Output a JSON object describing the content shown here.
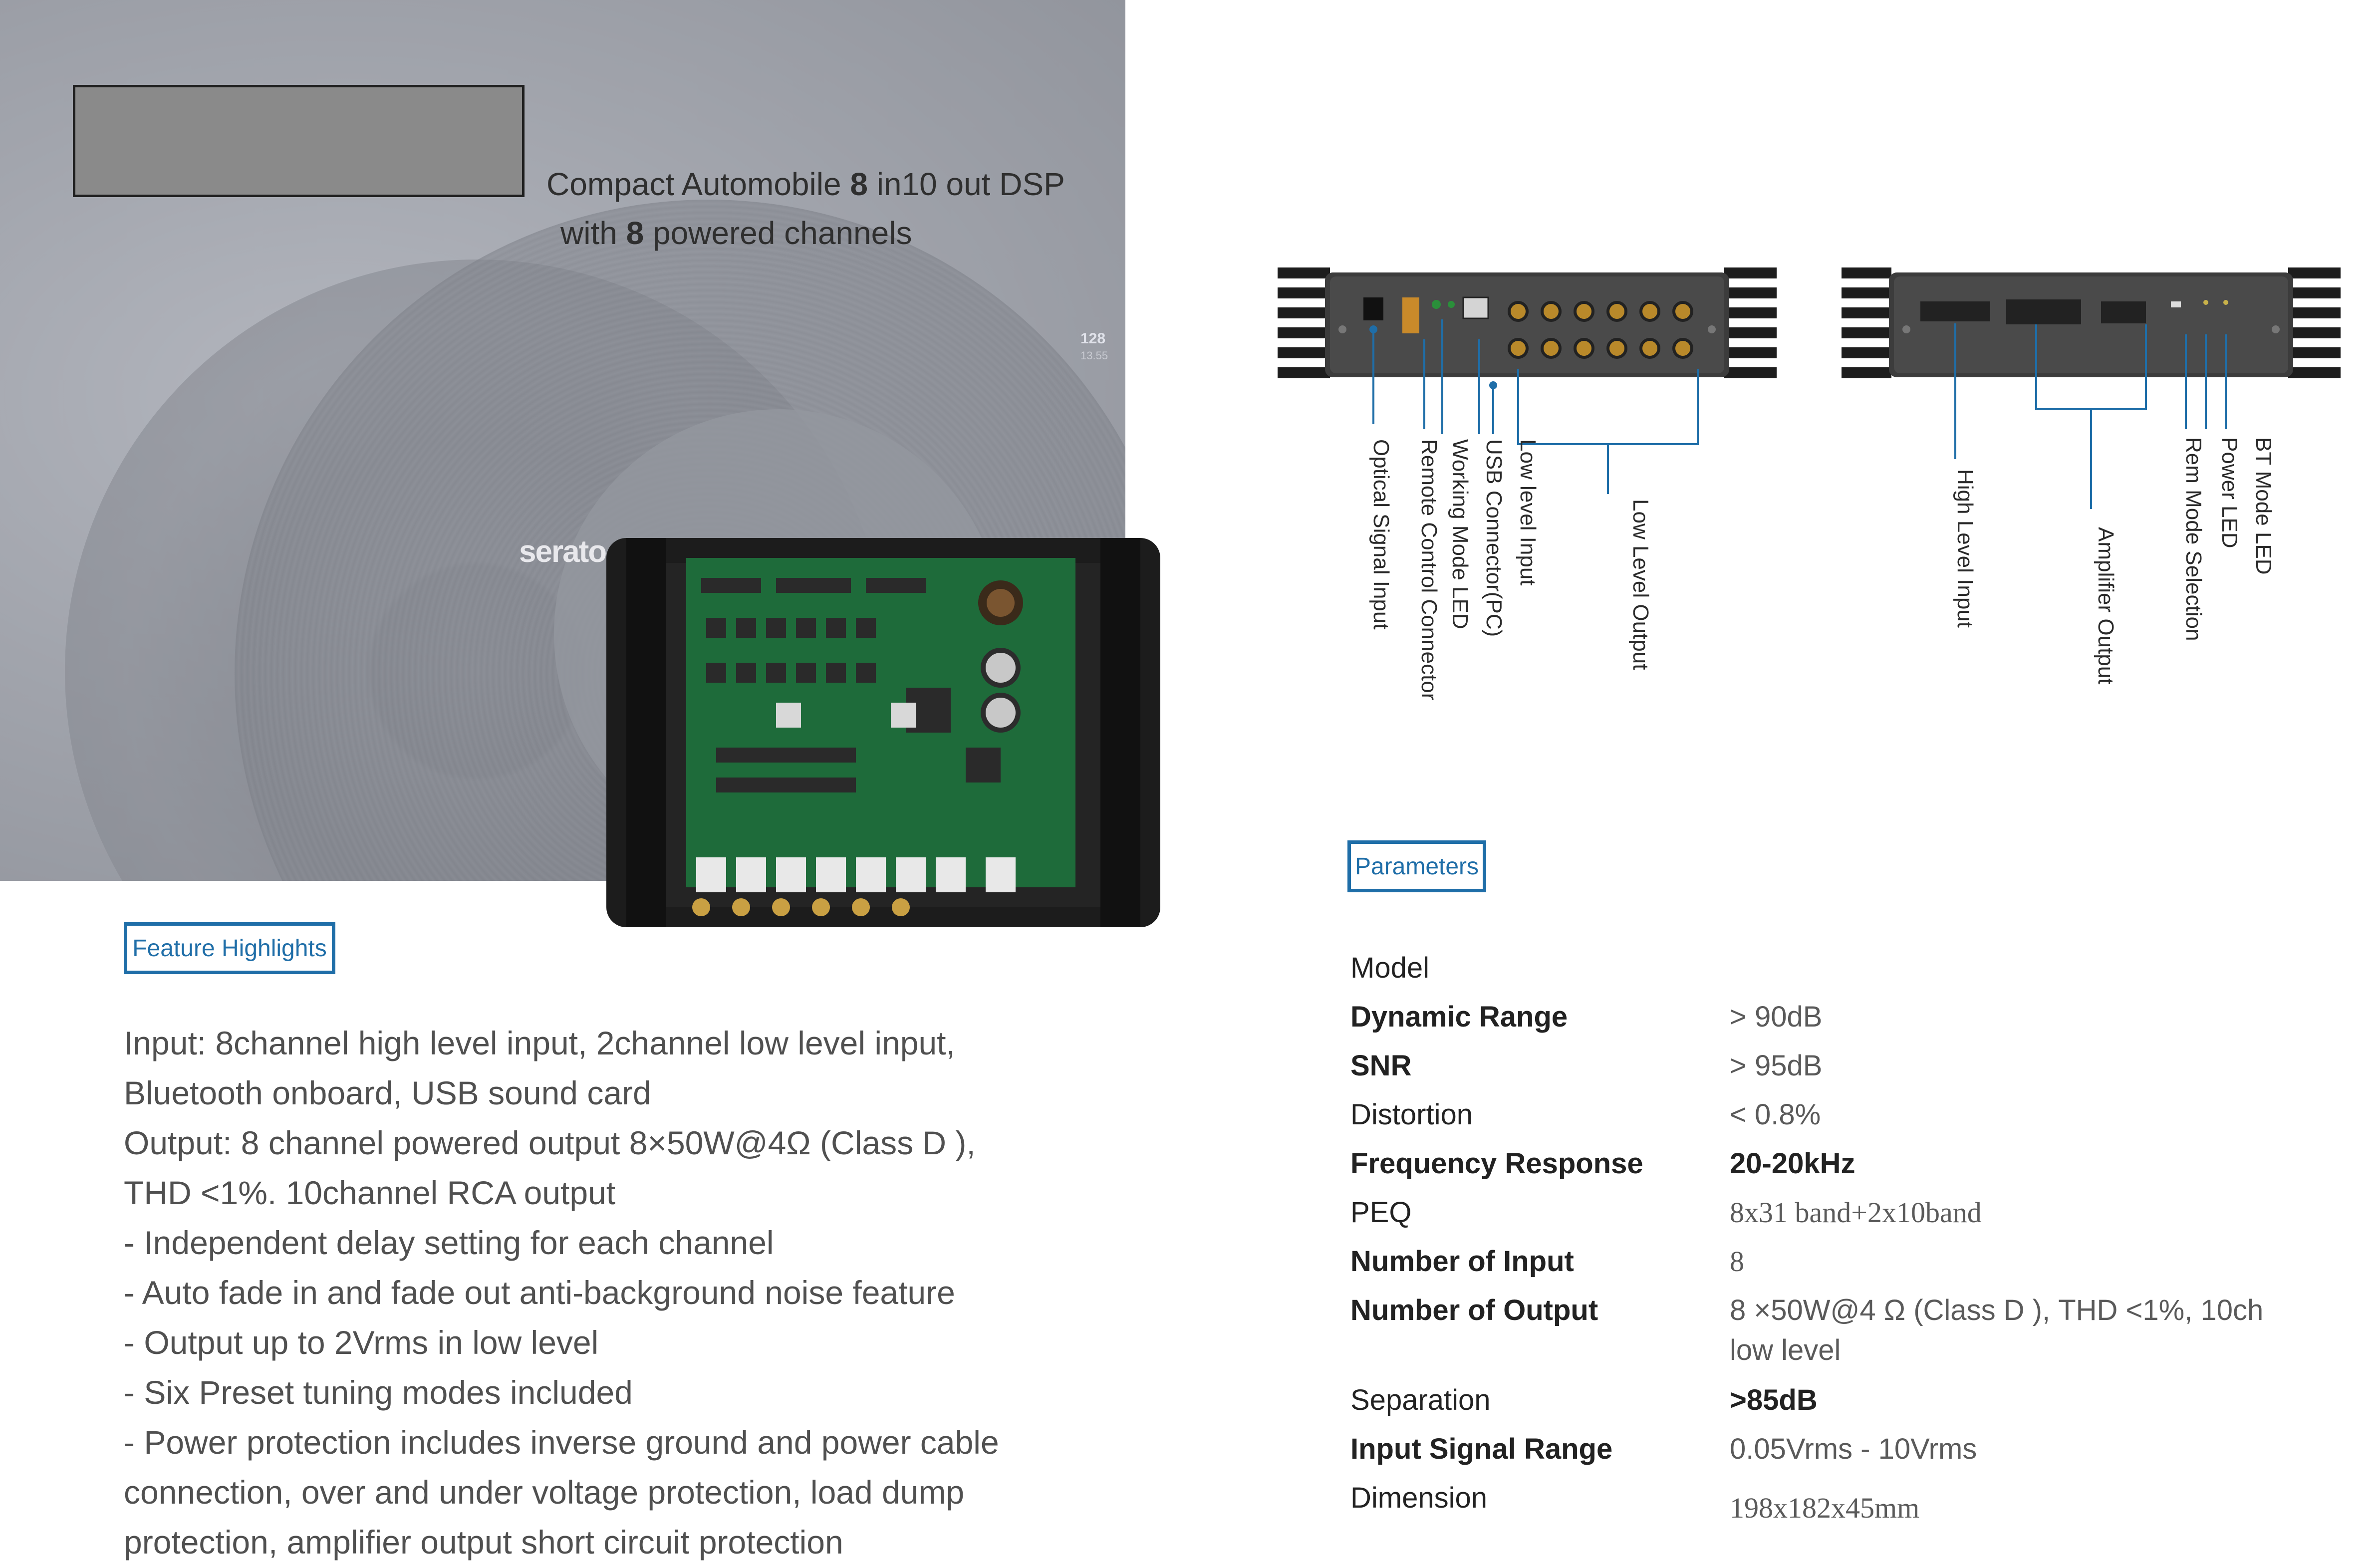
{
  "hero": {
    "brand_on_record": "serato",
    "record_numbers": [
      "128",
      "13.55"
    ],
    "headline_line1_parts": [
      "Compact Automobile ",
      "8",
      " in",
      "10",
      " out DSP"
    ],
    "headline_line2_parts": [
      "with ",
      "8",
      " powered channels"
    ]
  },
  "badges": {
    "features": "Feature Highlights",
    "parameters": "Parameters"
  },
  "features": {
    "lines": [
      "Input:  8channel high level input,  2channel low level input,",
      "Bluetooth onboard, USB sound card",
      "Output: 8 channel powered output 8×50W@4Ω (Class  D  ),",
      "THD <1%. 10channel RCA output",
      "- Independent delay setting for each channel",
      "- Auto fade in and fade out anti-background noise feature",
      "- Output up to 2Vrms in low level",
      "- Six Preset tuning modes included",
      "- Power protection includes inverse ground and power cable",
      "connection, over and under voltage protection, load dump",
      "protection, amplifier output short circuit protection"
    ]
  },
  "connectors": {
    "left_panel": [
      "Optical Signal Input",
      "Remote Control Connector",
      "Working Mode LED",
      "USB Connector(PC)",
      "Low level Input",
      "Low Level Output"
    ],
    "right_panel": [
      "High Level Input",
      "Amplifier Output",
      "Rem Mode Selection",
      "Power LED",
      "BT Mode LED"
    ]
  },
  "parameters": {
    "rows": [
      {
        "key": "Model",
        "value": ""
      },
      {
        "key": "Dynamic Range",
        "value": "> 90dB"
      },
      {
        "key": "SNR",
        "value": "> 95dB"
      },
      {
        "key": "Distortion",
        "value": "< 0.8%"
      },
      {
        "key": "Frequency Response",
        "value": "20-20kHz"
      },
      {
        "key": "PEQ",
        "value": "8x31 band+2x10band"
      },
      {
        "key": "Number of Input",
        "value": "8"
      },
      {
        "key": "Number of Output",
        "value": "8 ×50W@4 Ω (Class D ), THD <1%, 10ch",
        "value2": "low level"
      },
      {
        "key": "Separation",
        "value": ">85dB"
      },
      {
        "key": "Input Signal Range",
        "value": "0.05Vrms - 10Vrms"
      },
      {
        "key": "Dimension",
        "value": "198x182x45mm"
      }
    ]
  },
  "colors": {
    "accent_blue": "#1f6ea8",
    "pcb_green": "#1e6b3a",
    "chassis": "#2b2b2b"
  }
}
